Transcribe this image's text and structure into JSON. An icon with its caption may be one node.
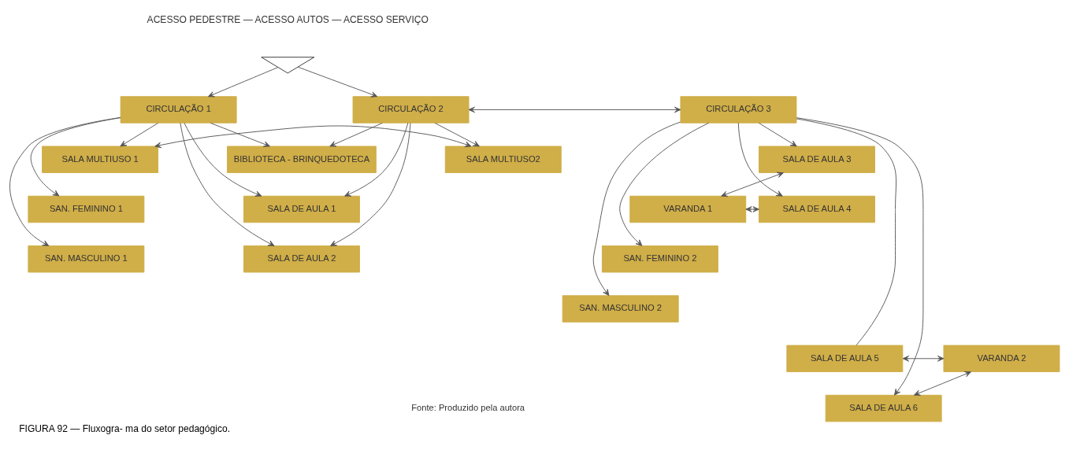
{
  "diagram": {
    "caption": "FIGURA 92 — Fluxogra- ma do setor pedagógico.",
    "nodes": [
      {
        "text": [],
        "shape": "triangle",
        "beside": [
          "ACESSO PEDESTRE — ACESSO AUTOS — ACESSO SERVIÇO"
        ]
      },
      {
        "text": [
          "CIRCULAÇÃO 1"
        ]
      },
      {
        "text": [
          "CIRCULAÇÃO 2"
        ]
      },
      {
        "text": [
          "CIRCULAÇÃO 3"
        ]
      },
      {
        "text": [
          "SALA MULTIUSO 1"
        ]
      },
      {
        "text": [
          "BIBLIOTECA - BRINQUEDOTECA"
        ]
      },
      {
        "text": [
          "SALA MULTIUSO2"
        ]
      },
      {
        "text": [
          "SAN. FEMININO 1"
        ]
      },
      {
        "text": [
          "SALA DE AULA 1"
        ]
      },
      {
        "text": [
          "SAN. MASCULINO 1"
        ]
      },
      {
        "text": [
          "SALA DE AULA 2"
        ]
      },
      {
        "text": [
          "SALA DE AULA 3"
        ]
      },
      {
        "text": [
          "VARANDA 1"
        ]
      },
      {
        "text": [
          "SALA DE AULA 4"
        ]
      },
      {
        "text": [
          "SAN. FEMININO 2"
        ]
      },
      {
        "text": [
          "SAN. MASCULINO 2"
        ]
      },
      {
        "text": [
          "SALA DE AULA 5"
        ]
      },
      {
        "text": [
          "VARANDA 2"
        ]
      },
      {
        "text": [
          "SALA DE AULA 6"
        ]
      }
    ],
    "edges": [
      {
        "from": 0,
        "to": 1,
        "arrow": "to"
      },
      {
        "from": 0,
        "to": 2,
        "arrow": "to"
      },
      {
        "from": 2,
        "to": 3,
        "arrow": "both"
      },
      {
        "from": 1,
        "to": 4,
        "arrow": "to"
      },
      {
        "from": 1,
        "to": 7,
        "arrow": "to"
      },
      {
        "from": 1,
        "to": 9,
        "arrow": "to"
      },
      {
        "from": 1,
        "to": 5,
        "arrow": "to"
      },
      {
        "from": 1,
        "to": 8,
        "arrow": "to"
      },
      {
        "from": 1,
        "to": 10,
        "arrow": "to"
      },
      {
        "from": 4,
        "to": 6,
        "arrow": "both"
      },
      {
        "from": 2,
        "to": 6,
        "arrow": "to"
      },
      {
        "from": 2,
        "to": 5,
        "arrow": "to"
      },
      {
        "from": 2,
        "to": 8,
        "arrow": "to"
      },
      {
        "from": 2,
        "to": 10,
        "arrow": "to"
      },
      {
        "from": 3,
        "to": 11,
        "arrow": "to"
      },
      {
        "from": 3,
        "to": 13,
        "arrow": "to"
      },
      {
        "from": 3,
        "to": 14,
        "arrow": "to"
      },
      {
        "from": 3,
        "to": 15,
        "arrow": "to"
      },
      {
        "from": 3,
        "to": 16,
        "arrow": "none"
      },
      {
        "from": 3,
        "to": 18,
        "arrow": "to"
      },
      {
        "from": 11,
        "to": 12,
        "arrow": "both"
      },
      {
        "from": 13,
        "to": 12,
        "arrow": "both"
      },
      {
        "from": 16,
        "to": 17,
        "arrow": "both"
      },
      {
        "from": 18,
        "to": 17,
        "arrow": "both"
      }
    ],
    "labels": [
      "Fonte: Produzido pela autora"
    ]
  }
}
